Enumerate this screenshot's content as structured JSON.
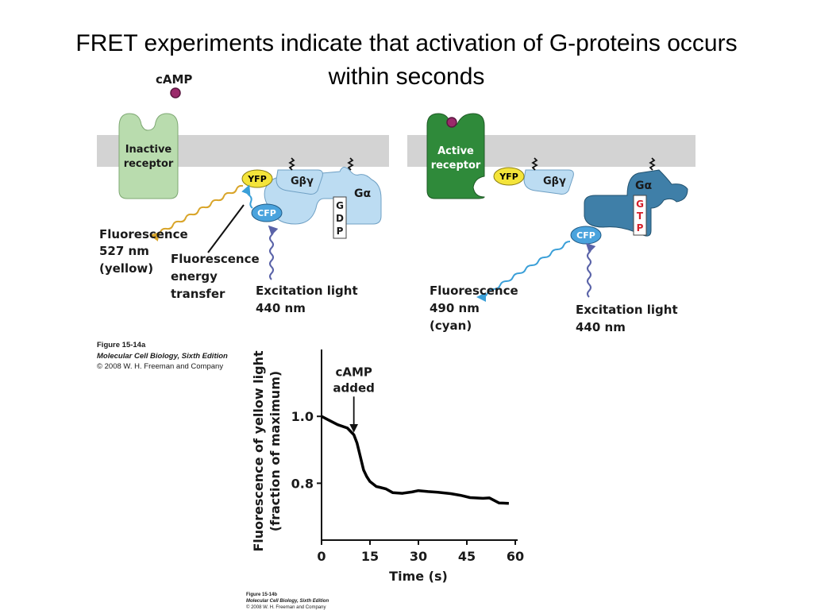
{
  "title": {
    "line1": "FRET experiments indicate that activation of G-proteins occurs",
    "line2": "within seconds"
  },
  "panel_a": {
    "camp_label": "cAMP",
    "inactive_receptor": [
      "Inactive",
      "receptor"
    ],
    "active_receptor": [
      "Active",
      "receptor"
    ],
    "yfp": "YFP",
    "cfp": "CFP",
    "g_beta_gamma": "Gβγ",
    "g_alpha": "Gα",
    "gdp": [
      "G",
      "D",
      "P"
    ],
    "gtp": [
      "G",
      "T",
      "P"
    ],
    "fluorescence_yellow": [
      "Fluorescence",
      "527 nm",
      "(yellow)"
    ],
    "energy_transfer": [
      "Fluorescence",
      "energy",
      "transfer"
    ],
    "excitation_left": [
      "Excitation light",
      "440 nm"
    ],
    "fluorescence_cyan": [
      "Fluorescence",
      "490 nm",
      "(cyan)"
    ],
    "excitation_right": [
      "Excitation light",
      "440 nm"
    ],
    "caption": [
      "Figure 15-14a",
      "Molecular Cell Biology, Sixth Edition",
      "© 2008 W. H. Freeman and Company"
    ],
    "colors": {
      "membrane": "#d3d3d3",
      "inactive_receptor": "#b9dcae",
      "active_receptor": "#2f8a3a",
      "yfp": "#f4e43a",
      "cfp": "#4aa3dd",
      "g_protein": "#bcdcf2",
      "g_alpha_active": "#3f7fa8",
      "yellow_wave": "#d9a52a",
      "cyan_wave": "#3a9fd8",
      "violet_wave": "#5a63a8",
      "gtp_text": "#d4202a"
    }
  },
  "chart_data": {
    "type": "line",
    "xlabel": "Time (s)",
    "ylabel": [
      "Fluorescence of yellow light",
      "(fraction of maximum)"
    ],
    "xticks": [
      0,
      15,
      30,
      45,
      60
    ],
    "yticks": [
      1.0,
      0.8
    ],
    "ytick_labels": [
      "1.0",
      "0.8"
    ],
    "xlim": [
      0,
      60
    ],
    "ylim": [
      0.63,
      1.2
    ],
    "annotation": {
      "text": [
        "cAMP",
        "added"
      ],
      "x": 10,
      "y": 0.95
    },
    "series": [
      {
        "x": [
          0,
          2,
          5,
          8,
          10,
          11,
          12,
          13,
          14,
          15,
          17,
          18,
          20,
          22,
          25,
          28,
          30,
          33,
          36,
          40,
          43,
          46,
          50,
          52,
          55,
          58
        ],
        "y": [
          1.0,
          0.99,
          0.975,
          0.965,
          0.945,
          0.92,
          0.88,
          0.84,
          0.82,
          0.805,
          0.79,
          0.788,
          0.783,
          0.772,
          0.77,
          0.774,
          0.778,
          0.775,
          0.773,
          0.769,
          0.764,
          0.757,
          0.755,
          0.756,
          0.741,
          0.74
        ]
      }
    ],
    "caption": [
      "Figure 15-14b",
      "Molecular Cell Biology, Sixth Edition",
      "© 2008 W. H. Freeman and Company"
    ]
  }
}
